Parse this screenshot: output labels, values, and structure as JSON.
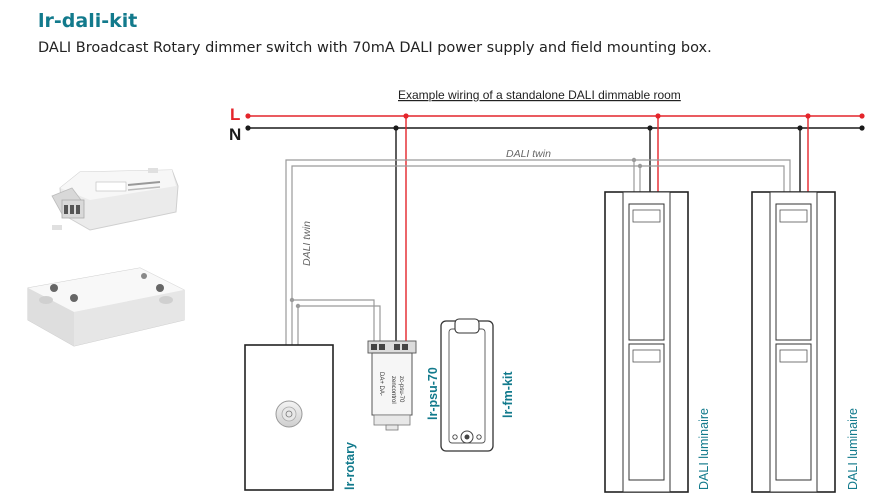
{
  "header": {
    "title": "lr-dali-kit",
    "subtitle": "DALI Broadcast Rotary dimmer switch with 70mA DALI power supply and field mounting box."
  },
  "diagram": {
    "caption": "Example wiring of a standalone DALI dimmable room",
    "line_label": "L",
    "neutral_label": "N",
    "dali_twin_top": "DALI twin",
    "dali_twin_side": "DALI twin",
    "psu_text_1": "zencontrol",
    "psu_text_2": "zc-psu-70",
    "psu_text_3": "DA+  DA-",
    "labels": {
      "rotary": "lr-rotary",
      "psu": "lr-psu-70",
      "fm_kit": "lr-fm-kit",
      "luminaire_1": "DALI luminaire",
      "luminaire_2": "DALI luminaire"
    }
  },
  "colors": {
    "accent": "#127a8c",
    "live": "#e4252b",
    "neutral": "#1a1a1a",
    "dali": "#9a9a9a"
  }
}
